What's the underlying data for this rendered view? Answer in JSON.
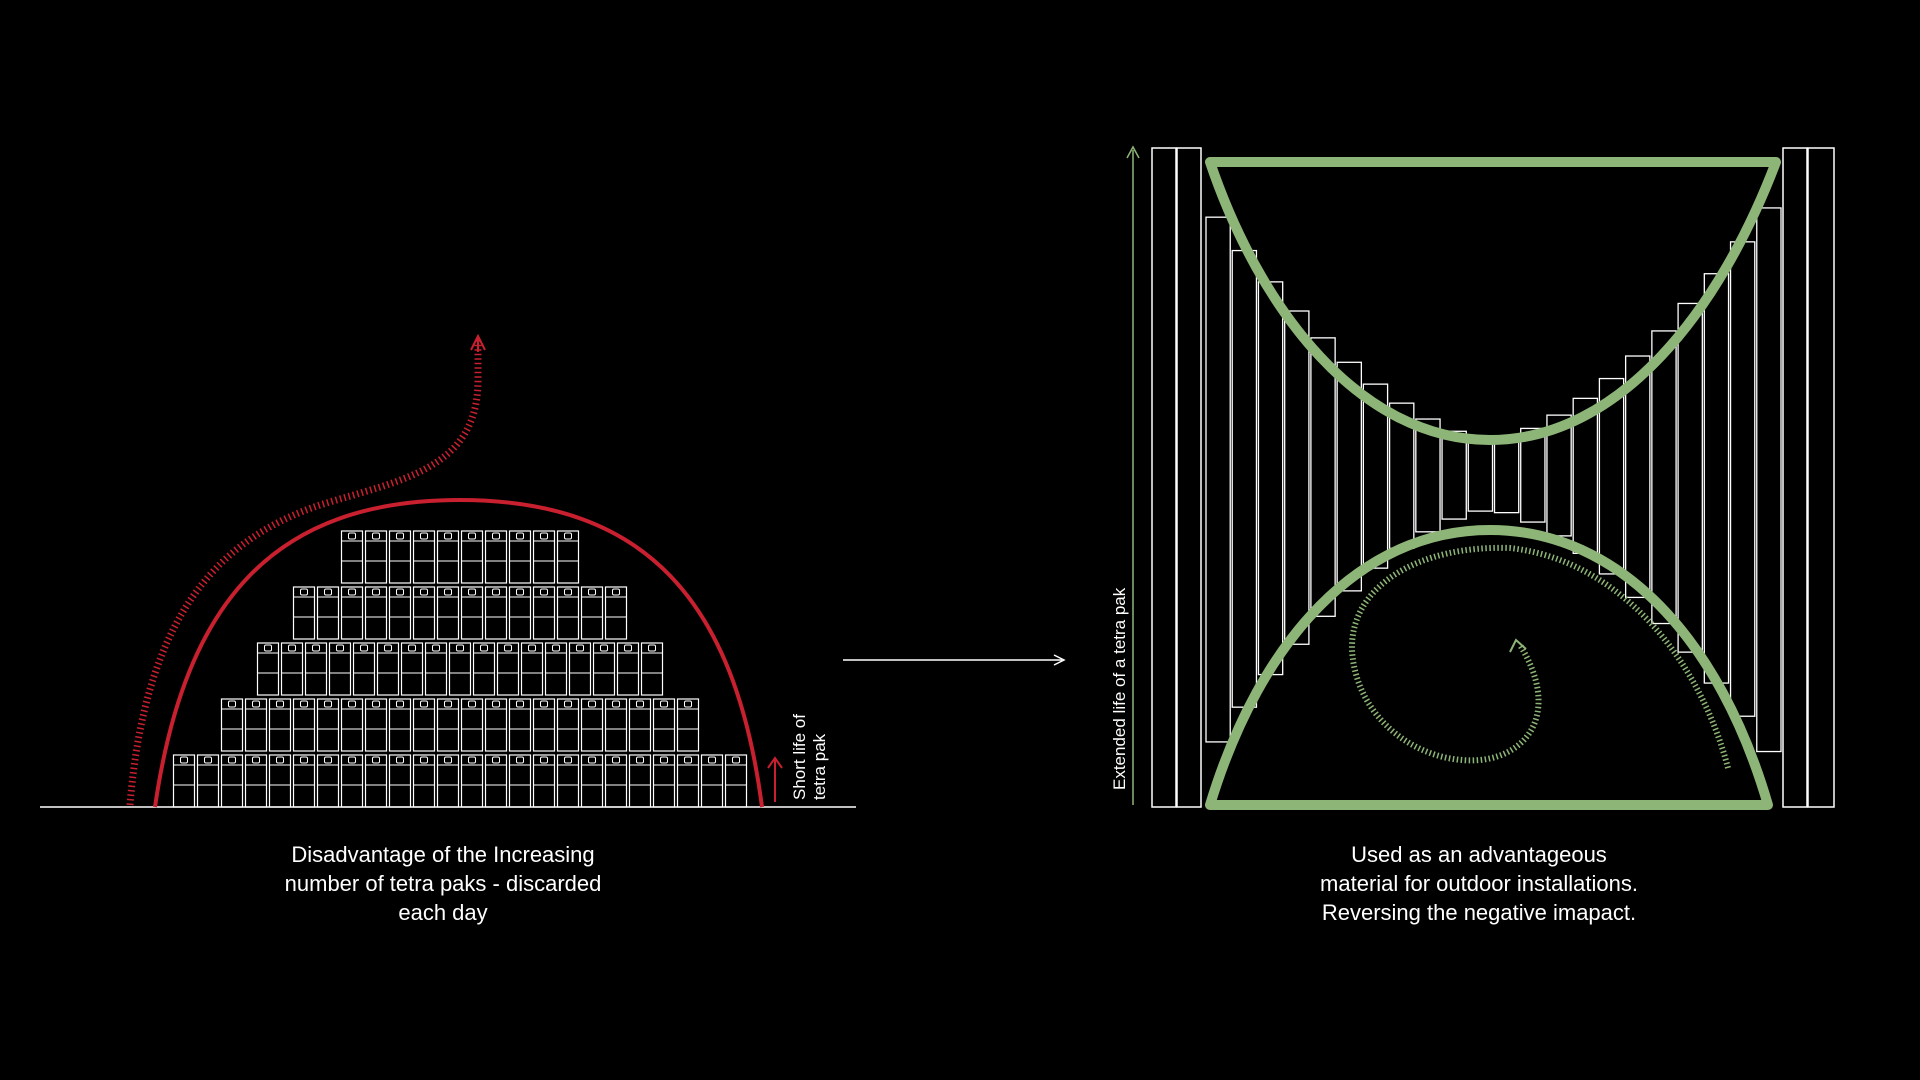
{
  "left_panel": {
    "caption_lines": [
      "Disadvantage of the Increasing",
      "number of tetra paks - discarded",
      "each day"
    ],
    "side_label_lines": [
      "Short life of",
      "tetra pak"
    ],
    "carton_rows": [
      {
        "count": 10
      },
      {
        "count": 14
      },
      {
        "count": 17
      },
      {
        "count": 20
      },
      {
        "count": 24
      }
    ]
  },
  "right_panel": {
    "caption_lines": [
      "Used as an advantageous",
      "material for outdoor installations.",
      "Reversing the negative imapact."
    ],
    "side_label": "Extended life of a tetra pak"
  },
  "colors": {
    "background": "#000000",
    "line": "#ffffff",
    "left_accent": "#c8202f",
    "right_accent": "#8db577"
  },
  "icons": {
    "transition_arrow": "arrow-right-icon",
    "short_life_arrow": "arrow-up-icon",
    "extended_life_arrow": "arrow-up-icon"
  }
}
